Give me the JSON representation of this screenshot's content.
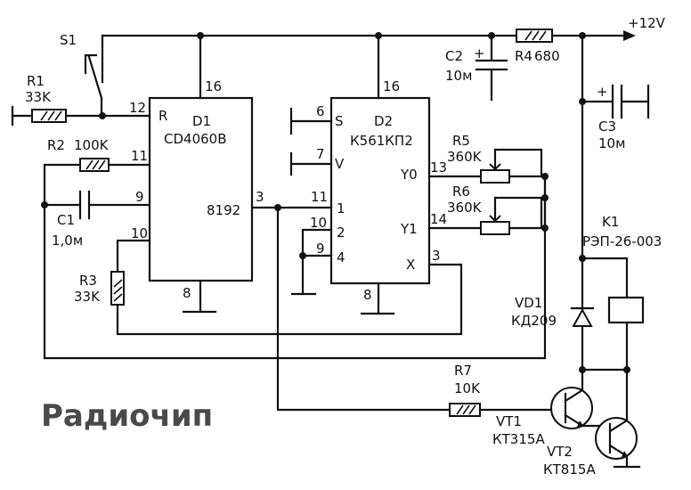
{
  "power": "+12V",
  "switch": "S1",
  "r1": {
    "name": "R1",
    "value": "33K"
  },
  "r2": {
    "name": "R2",
    "value": "100K"
  },
  "r3": {
    "name": "R3",
    "value": "33K"
  },
  "r4": {
    "name": "R4",
    "value": "680"
  },
  "r5": {
    "name": "R5",
    "value": "360K"
  },
  "r6": {
    "name": "R6",
    "value": "360K"
  },
  "r7": {
    "name": "R7",
    "value": "10K"
  },
  "c1": {
    "name": "C1",
    "value": "1,0м"
  },
  "c2": {
    "name": "C2",
    "value": "10м"
  },
  "c3": {
    "name": "C3",
    "value": "10м"
  },
  "d1": {
    "name": "D1",
    "part": "CD4060B",
    "pins": {
      "vdd": "16",
      "reset": "12",
      "r_label": "R",
      "p11": "11",
      "p9": "9",
      "p10": "10",
      "out": "3",
      "out_label": "8192",
      "gnd": "8"
    }
  },
  "d2": {
    "name": "D2",
    "part": "К561КП2",
    "pins": {
      "vdd": "16",
      "s": "6",
      "s_label": "S",
      "v": "7",
      "v_label": "V",
      "in1": "11",
      "in1_label": "1",
      "in2": "10",
      "in2_label": "2",
      "in4": "9",
      "in4_label": "4",
      "y0": "13",
      "y0_label": "Y0",
      "y1": "14",
      "y1_label": "Y1",
      "x": "3",
      "x_label": "X",
      "gnd": "8"
    }
  },
  "k1": {
    "name": "K1",
    "part": "РЭП-26-003"
  },
  "vd1": {
    "name": "VD1",
    "part": "КД209"
  },
  "vt1": {
    "name": "VT1",
    "part": "КТ315А"
  },
  "vt2": {
    "name": "VT2",
    "part": "КТ815А"
  },
  "brand": "Радиочип"
}
